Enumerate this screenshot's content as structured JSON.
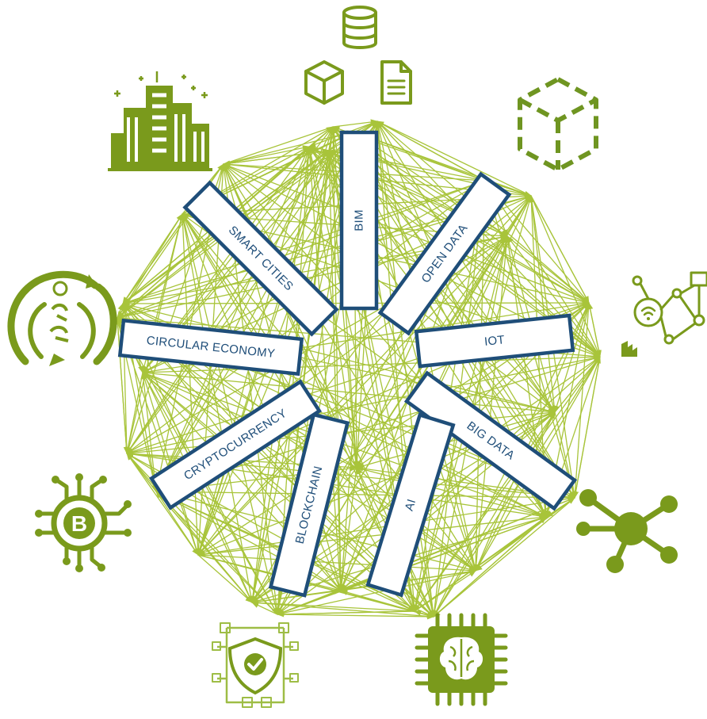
{
  "diagram": {
    "labels": {
      "bim": "BIM",
      "open_data": "OPEN DATA",
      "iot": "IOT",
      "big_data": "BIG DATA",
      "ai": "AI",
      "blockchain": "BLOCKCHAIN",
      "cryptocurrency": "CRYPTOCURRENCY",
      "circular_economy": "CIRCULAR ECONOMY",
      "smart_cities": "SMART CITIES"
    },
    "icons": [
      "database-cube-document-icon",
      "dashed-cube-icon",
      "iot-network-factory-icon",
      "network-nodes-icon",
      "ai-brain-chip-icon",
      "blockchain-shield-icon",
      "bitcoin-circuit-icon",
      "recycle-circle-icon",
      "smart-city-buildings-icon"
    ],
    "colors": {
      "accent_green": "#a8c43a",
      "icon_green": "#7a9a1c",
      "box_border": "#1f4e79",
      "label_text": "#1f4e79"
    }
  }
}
